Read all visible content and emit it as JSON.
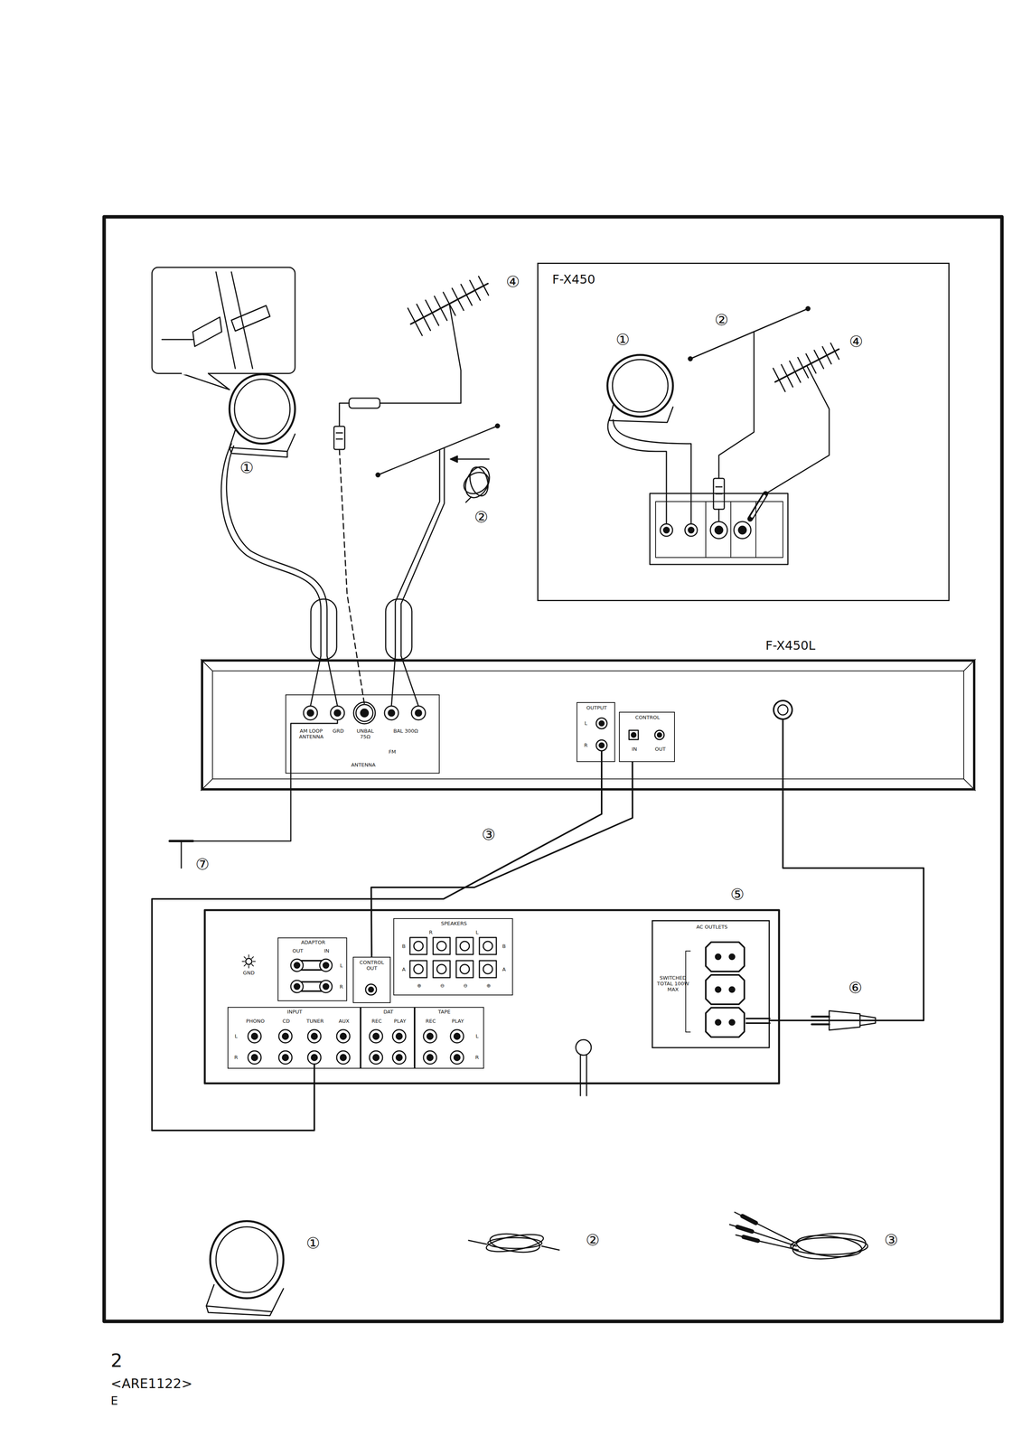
{
  "diagram": {
    "nodes": [
      {
        "text": [
          "F-X450"
        ]
      },
      {
        "text": [
          "F-X450L"
        ]
      },
      {
        "text": [
          "ANTENNA",
          "AM LOOP ANTENNA",
          "GRD",
          "FM",
          "UNBAL 75Ω",
          "BAL 300Ω"
        ],
        "in": 1
      },
      {
        "text": [
          "OUTPUT",
          "L",
          "R"
        ],
        "in": 1
      },
      {
        "text": [
          "CONTROL",
          "IN",
          "OUT"
        ],
        "in": 1
      },
      {
        "text": [
          "ADAPTOR",
          "OUT",
          "IN",
          "L",
          "R"
        ]
      },
      {
        "text": [
          "SPEAKERS",
          "R",
          "L",
          "B",
          "B",
          "A",
          "A",
          "⊕",
          "⊖",
          "⊖",
          "⊕"
        ]
      },
      {
        "text": [
          "AC OUTLETS",
          "SWITCHED TOTAL 100W MAX"
        ]
      },
      {
        "text": [
          "CONTROL OUT"
        ]
      },
      {
        "text": [
          "INPUT",
          "PHONO",
          "CD",
          "TUNER",
          "AUX",
          "L",
          "R"
        ]
      },
      {
        "text": [
          "DAT",
          "REC",
          "PLAY"
        ]
      },
      {
        "text": [
          "TAPE",
          "REC",
          "PLAY",
          "L",
          "R"
        ]
      }
    ],
    "edges": [
      {
        "from": 3,
        "to": 9,
        "arrow": "none",
        "label": "③"
      },
      {
        "from": 4,
        "to": 8,
        "arrow": "none"
      },
      {
        "from": 1,
        "to": 7,
        "arrow": "none",
        "label": "⑥"
      }
    ],
    "labels": [
      "④",
      "②",
      "①",
      "④",
      "①",
      "②",
      "⑦",
      "⑤",
      "GND",
      "①",
      "②",
      "③",
      "2",
      "<ARE1122>",
      "E"
    ]
  }
}
